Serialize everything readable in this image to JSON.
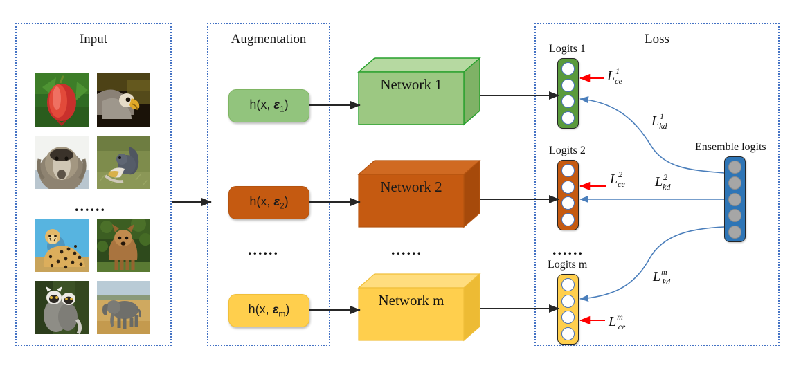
{
  "panels": [
    {
      "id": "input",
      "title": "Input"
    },
    {
      "id": "augmentation",
      "title": "Augmentation"
    },
    {
      "id": "loss",
      "title": "Loss"
    }
  ],
  "input": {
    "title": "Input",
    "ellipsis": "......",
    "images": [
      {
        "name": "pomegranate-fruit",
        "alt": "red pomegranate fruit on green foliage"
      },
      {
        "name": "parrot-bird",
        "alt": "grey parrot head in profile"
      },
      {
        "name": "baboon",
        "alt": "baboon face on light background"
      },
      {
        "name": "squirrel",
        "alt": "squirrel on grass with food"
      },
      {
        "name": "cheetah",
        "alt": "cheetah resting against blue sky"
      },
      {
        "name": "terrier-dog",
        "alt": "brown terrier dog in front of shrubs"
      },
      {
        "name": "lemurs",
        "alt": "two ring-tailed lemurs"
      },
      {
        "name": "elephant",
        "alt": "elephant on dry savanna grass"
      }
    ]
  },
  "augmentation": {
    "title": "Augmentation",
    "ellipsis": "......",
    "boxes": [
      {
        "name": "aug-1",
        "fn": "h(x,",
        "eps": "ε",
        "idx": "1",
        "close": ")",
        "color": "#92c47d",
        "border": "#7fb563"
      },
      {
        "name": "aug-2",
        "fn": "h(x,",
        "eps": "ε",
        "idx": "2",
        "close": ")",
        "color": "#c55a11",
        "border": "#b4530f"
      },
      {
        "name": "aug-m",
        "fn": "h(x,",
        "eps": "ε",
        "idx": "m",
        "close": ")",
        "color": "#ffcf4d",
        "border": "#f0bf3a"
      }
    ]
  },
  "networks": {
    "ellipsis": "......",
    "boxes": [
      {
        "name": "network-1",
        "label": "Network 1",
        "face": "#9cc882",
        "top": "#b6d9a1",
        "side": "#7fb266",
        "edge": "#27a02c"
      },
      {
        "name": "network-2",
        "label": "Network 2",
        "face": "#c55a11",
        "top": "#d06a22",
        "side": "#a64a0b",
        "edge": "#b4530f"
      },
      {
        "name": "network-m",
        "label": "Network m",
        "face": "#ffcf4d",
        "top": "#ffdd7e",
        "side": "#edbb34",
        "edge": "#f0bf3a"
      }
    ]
  },
  "loss": {
    "title": "Loss",
    "ellipsis": "......",
    "logits": [
      {
        "name": "logits-1",
        "label": "Logits 1",
        "color": "#5a9a3c",
        "cells": 4
      },
      {
        "name": "logits-2",
        "label": "Logits 2",
        "color": "#c55a11",
        "cells": 4
      },
      {
        "name": "logits-m",
        "label": "Logits m",
        "color": "#ffcf4d",
        "cells": 4
      }
    ],
    "ensemble": {
      "name": "ensemble-logits",
      "label": "Ensemble logits",
      "color": "#2e75b6",
      "cells": 5
    },
    "ce_losses": [
      {
        "name": "loss-ce-1",
        "base": "L",
        "sup": "1",
        "sub": "ce"
      },
      {
        "name": "loss-ce-2",
        "base": "L",
        "sup": "2",
        "sub": "ce"
      },
      {
        "name": "loss-ce-m",
        "base": "L",
        "sup": "m",
        "sub": "ce"
      }
    ],
    "kd_losses": [
      {
        "name": "loss-kd-1",
        "base": "L",
        "sup": "1",
        "sub": "kd"
      },
      {
        "name": "loss-kd-2",
        "base": "L",
        "sup": "2",
        "sub": "kd"
      },
      {
        "name": "loss-kd-m",
        "base": "L",
        "sup": "m",
        "sub": "kd"
      }
    ]
  },
  "colors": {
    "panel_border": "#4472c4",
    "ce_arrow": "#ff0000",
    "kd_arrow": "#4a7ebb",
    "flow_arrow": "#262626",
    "green": "#9cc882",
    "orange": "#c55a11",
    "yellow": "#ffcf4d",
    "blue": "#2e75b6"
  }
}
